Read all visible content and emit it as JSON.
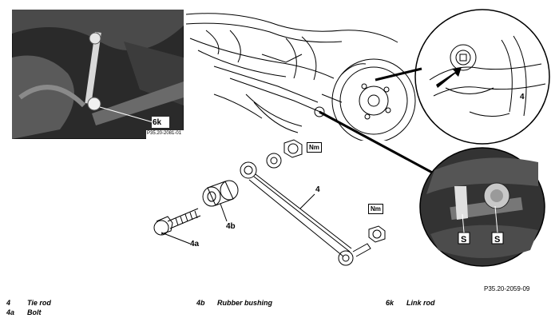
{
  "photo_inset": {
    "callout": "6k",
    "code": "P35.20-2081-01"
  },
  "exploded": {
    "callout_tie_rod": "4",
    "callout_bolt": "4a",
    "callout_bushing": "4b",
    "callout_closeup": "4",
    "nm_top": "Nm",
    "nm_bottom": "Nm"
  },
  "figure_code": "P35.20-2059-09",
  "legend": [
    {
      "num": "4",
      "text": "Tie rod"
    },
    {
      "num": "4a",
      "text": "Bolt"
    },
    {
      "num": "4b",
      "text": "Rubber bushing"
    },
    {
      "num": "6k",
      "text": "Link rod"
    }
  ]
}
